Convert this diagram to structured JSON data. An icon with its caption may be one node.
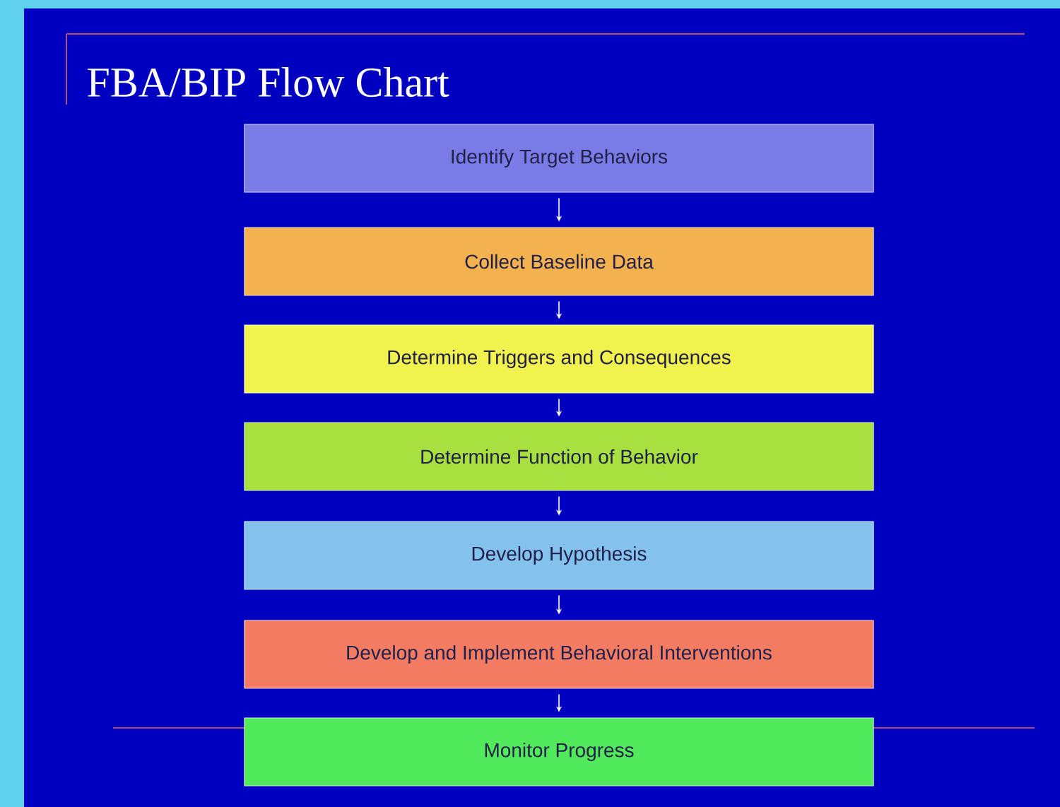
{
  "diagram": {
    "title": "FBA/BIP Flow Chart",
    "nodes": [
      {
        "text": [
          "Identify Target Behaviors"
        ]
      },
      {
        "text": [
          "Collect Baseline Data"
        ]
      },
      {
        "text": [
          "Determine Triggers and Consequences"
        ]
      },
      {
        "text": [
          "Determine Function of Behavior"
        ]
      },
      {
        "text": [
          "Develop Hypothesis"
        ]
      },
      {
        "text": [
          "Develop and Implement Behavioral Interventions"
        ]
      },
      {
        "text": [
          "Monitor Progress"
        ]
      }
    ],
    "edges": [
      {
        "from": 0,
        "to": 1,
        "arrow": "to"
      },
      {
        "from": 1,
        "to": 2,
        "arrow": "to"
      },
      {
        "from": 2,
        "to": 3,
        "arrow": "to"
      },
      {
        "from": 3,
        "to": 4,
        "arrow": "to"
      },
      {
        "from": 4,
        "to": 5,
        "arrow": "to"
      },
      {
        "from": 5,
        "to": 6,
        "arrow": "to"
      }
    ]
  }
}
